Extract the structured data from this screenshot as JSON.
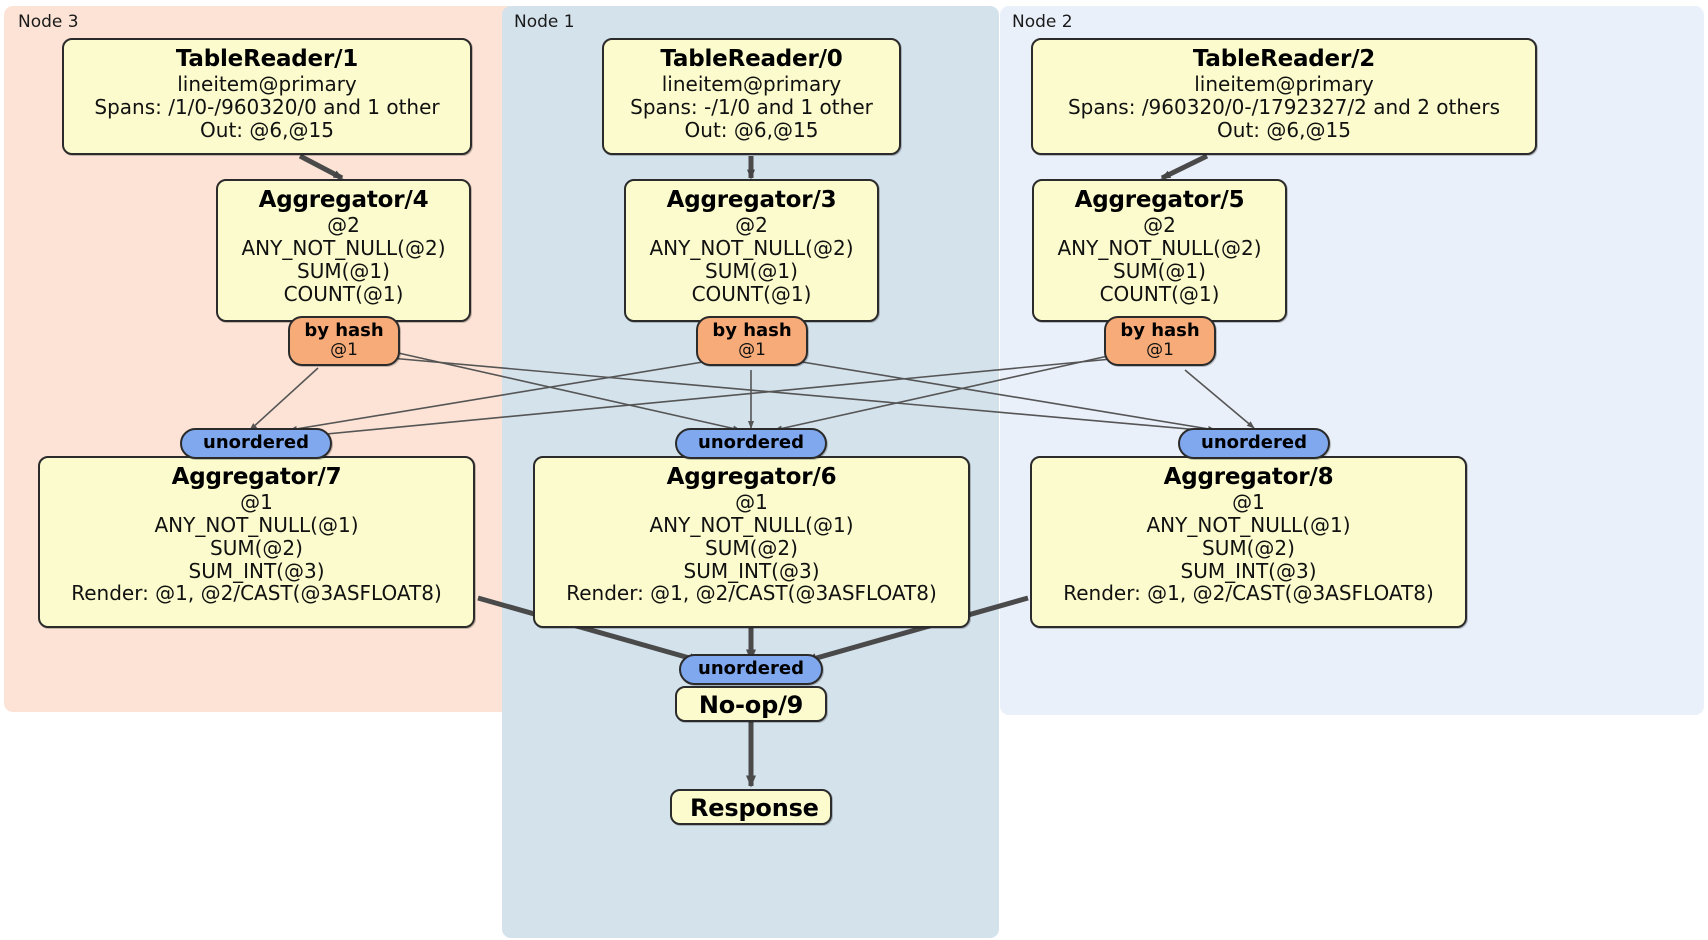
{
  "diagram": {
    "kind": "distsql-physical-plan",
    "regions": [
      {
        "id": "node3",
        "label": "Node 3",
        "color": "#fce3d5"
      },
      {
        "id": "node1",
        "label": "Node 1",
        "color": "#d4e2ec"
      },
      {
        "id": "node2",
        "label": "Node 2",
        "color": "#eaf0fa"
      }
    ],
    "processors": [
      {
        "id": "tablereader-1",
        "title": "TableReader/1",
        "lines": [
          "lineitem@primary",
          "Spans: /1/0-/960320/0 and 1 other",
          "Out: @6,@15"
        ]
      },
      {
        "id": "tablereader-0",
        "title": "TableReader/0",
        "lines": [
          "lineitem@primary",
          "Spans: -/1/0 and 1 other",
          "Out: @6,@15"
        ]
      },
      {
        "id": "tablereader-2",
        "title": "TableReader/2",
        "lines": [
          "lineitem@primary",
          "Spans: /960320/0-/1792327/2 and 2 others",
          "Out: @6,@15"
        ]
      },
      {
        "id": "aggregator-4",
        "title": "Aggregator/4",
        "lines": [
          "@2",
          "ANY_NOT_NULL(@2)",
          "SUM(@1)",
          "COUNT(@1)"
        ]
      },
      {
        "id": "aggregator-3",
        "title": "Aggregator/3",
        "lines": [
          "@2",
          "ANY_NOT_NULL(@2)",
          "SUM(@1)",
          "COUNT(@1)"
        ]
      },
      {
        "id": "aggregator-5",
        "title": "Aggregator/5",
        "lines": [
          "@2",
          "ANY_NOT_NULL(@2)",
          "SUM(@1)",
          "COUNT(@1)"
        ]
      },
      {
        "id": "aggregator-7",
        "title": "Aggregator/7",
        "lines": [
          "@1",
          "ANY_NOT_NULL(@1)",
          "SUM(@2)",
          "SUM_INT(@3)",
          "Render: @1, @2/CAST(@3ASFLOAT8)"
        ]
      },
      {
        "id": "aggregator-6",
        "title": "Aggregator/6",
        "lines": [
          "@1",
          "ANY_NOT_NULL(@1)",
          "SUM(@2)",
          "SUM_INT(@3)",
          "Render: @1, @2/CAST(@3ASFLOAT8)"
        ]
      },
      {
        "id": "aggregator-8",
        "title": "Aggregator/8",
        "lines": [
          "@1",
          "ANY_NOT_NULL(@1)",
          "SUM(@2)",
          "SUM_INT(@3)",
          "Render: @1, @2/CAST(@3ASFLOAT8)"
        ]
      },
      {
        "id": "noop-9",
        "title": "No-op/9",
        "lines": []
      },
      {
        "id": "response",
        "title": "Response",
        "lines": []
      }
    ],
    "routers": [
      {
        "id": "byhash-left",
        "label": "by hash",
        "sub": "@1",
        "color": "#f6ab78"
      },
      {
        "id": "byhash-center",
        "label": "by hash",
        "sub": "@1",
        "color": "#f6ab78"
      },
      {
        "id": "byhash-right",
        "label": "by hash",
        "sub": "@1",
        "color": "#f6ab78"
      }
    ],
    "synchronizers": [
      {
        "id": "unordered-left",
        "label": "unordered",
        "color": "#7fa8ee"
      },
      {
        "id": "unordered-center",
        "label": "unordered",
        "color": "#7fa8ee"
      },
      {
        "id": "unordered-right",
        "label": "unordered",
        "color": "#7fa8ee"
      },
      {
        "id": "unordered-final",
        "label": "unordered",
        "color": "#7fa8ee"
      }
    ]
  }
}
